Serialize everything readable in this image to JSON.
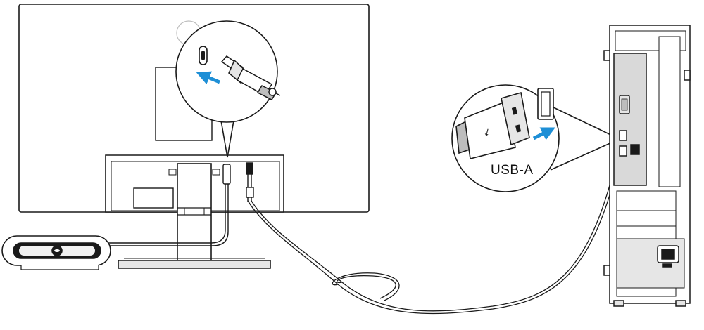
{
  "diagram": {
    "callout_label": "USB-A",
    "colors": {
      "line": "#1a1a1a",
      "fill_light": "#ffffff",
      "fill_gray": "#e6e6e6",
      "fill_dark": "#bdbdbd",
      "arrow": "#1e8fd6"
    },
    "components": [
      "monitor-rear",
      "usb-c-port-callout",
      "usb-a-port-callout",
      "webcam",
      "usb-cable",
      "desktop-tower"
    ]
  }
}
